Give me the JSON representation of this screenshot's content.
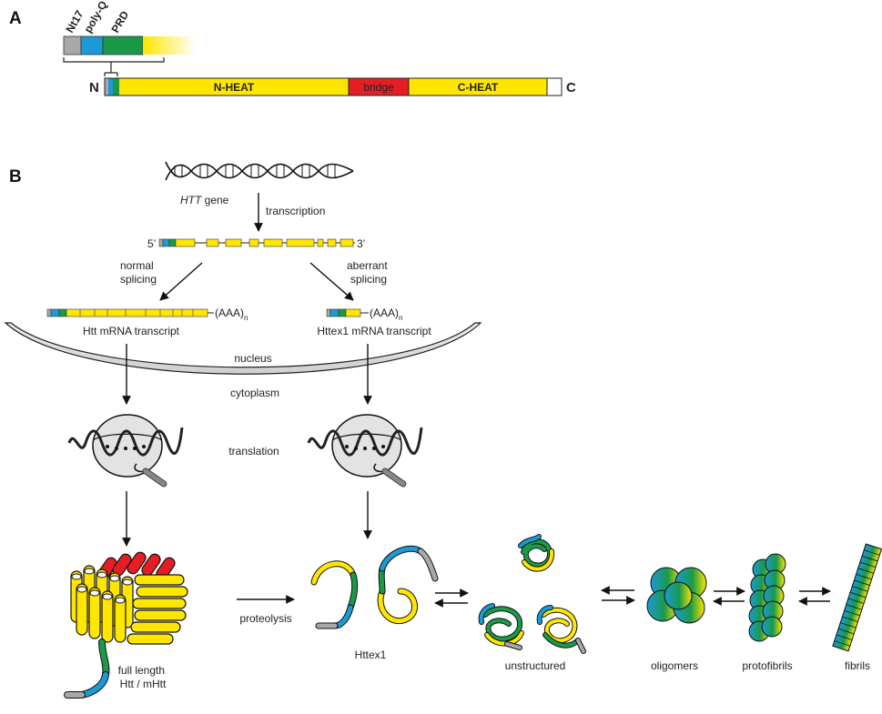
{
  "panel_a": {
    "label": "A",
    "segments": [
      "Nt17",
      "poly-Q",
      "PRD"
    ],
    "n_term": "N",
    "c_term": "C",
    "domains": [
      "N-HEAT",
      "bridge",
      "C-HEAT"
    ]
  },
  "panel_b": {
    "label": "B",
    "gene_italic": "HTT",
    "gene_rest": " gene",
    "transcription": "transcription",
    "five_prime": "5’",
    "three_prime": "3’",
    "normal_splicing": [
      "normal",
      "splicing"
    ],
    "aberrant_splicing": [
      "aberrant",
      "splicing"
    ],
    "polya": "(AAA)",
    "polya_sub": "n",
    "htt_mrna": "Htt mRNA transcript",
    "httex1_mrna": "Httex1 mRNA transcript",
    "nucleus": "nucleus",
    "cytoplasm": "cytoplasm",
    "translation": "translation",
    "proteolysis": "proteolysis",
    "httex1": "Httex1",
    "full_length": [
      "full length",
      "Htt / mHtt"
    ],
    "unstructured": "unstructured",
    "oligomers": "oligomers",
    "protofibrils": "protofibrils",
    "fibrils": "fibrils"
  },
  "colors": {
    "nt17": "#a8a8a8",
    "polyq": "#1b9ad6",
    "prd": "#1a9a48",
    "heat": "#ffe600",
    "bridge": "#e51e25",
    "membrane": "#d9d9d9"
  }
}
